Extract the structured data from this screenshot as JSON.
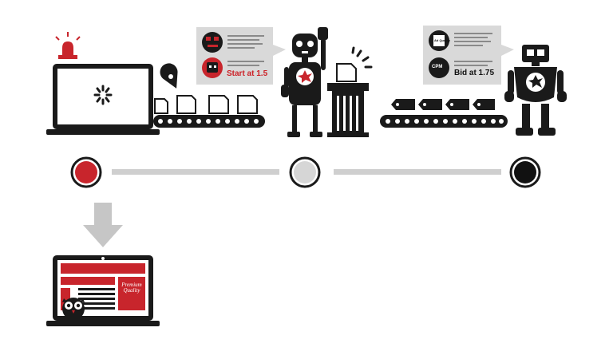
{
  "publisher_bubble": {
    "bid_text": "Start at 1.5"
  },
  "buyer_bubble": {
    "bid_text": "Bid at 1.75",
    "cpm_label": "CPM",
    "card_label": "Ad Quality"
  },
  "ad_screen": {
    "line1": "Premium",
    "line2": "Quality"
  },
  "colors": {
    "red": "#c8252c",
    "dark": "#1a1a1a",
    "gray_track": "#cfcfcf",
    "light_gray": "#e3e3e3",
    "bubble_bg": "#d9d9d9"
  }
}
